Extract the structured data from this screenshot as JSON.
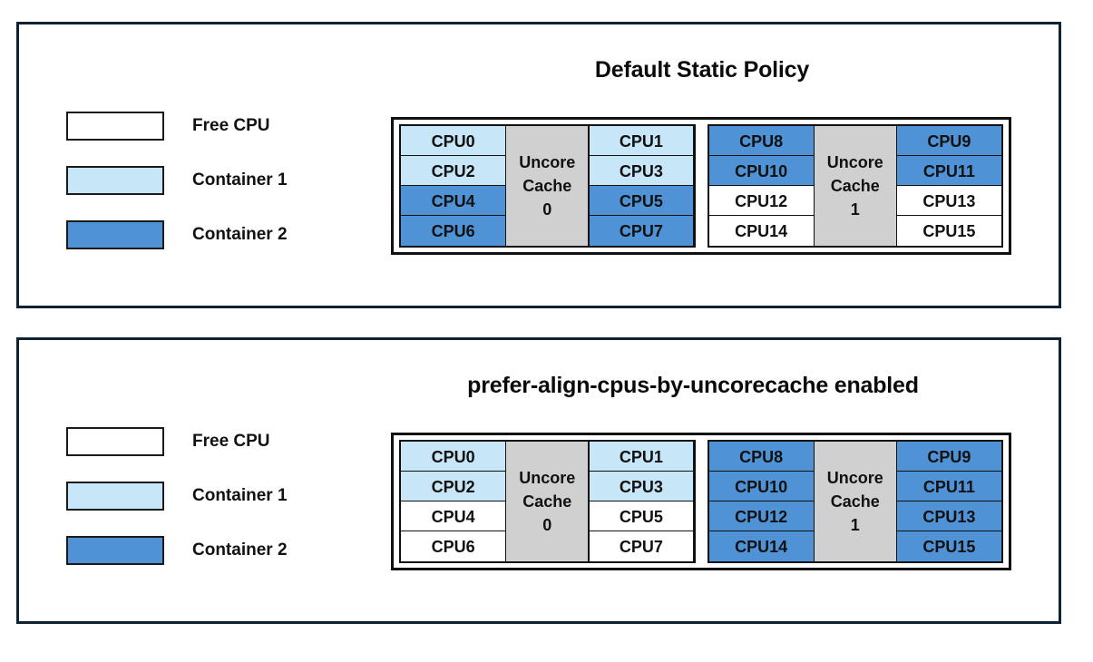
{
  "colors": {
    "free_cpu": "#ffffff",
    "container1": "#c7e6f7",
    "container2": "#4f92d6",
    "uncore_cache": "#d0d0d0",
    "panel_border": "#0d2233",
    "cell_border": "#111111"
  },
  "legend": {
    "items": [
      {
        "label": "Free CPU",
        "fill": "free"
      },
      {
        "label": "Container 1",
        "fill": "container1"
      },
      {
        "label": "Container 2",
        "fill": "container2"
      }
    ]
  },
  "panels": [
    {
      "id": "default-static-policy",
      "title": "Default Static Policy",
      "legend": [
        {
          "label": "Free CPU",
          "fill": "free"
        },
        {
          "label": "Container 1",
          "fill": "container1"
        },
        {
          "label": "Container 2",
          "fill": "container2"
        }
      ],
      "sockets": [
        {
          "cache_label_line1": "Uncore",
          "cache_label_line2": "Cache",
          "cache_label_line3": "0",
          "left_column": [
            {
              "label": "CPU0",
              "fill": "container1"
            },
            {
              "label": "CPU2",
              "fill": "container1"
            },
            {
              "label": "CPU4",
              "fill": "container2"
            },
            {
              "label": "CPU6",
              "fill": "container2"
            }
          ],
          "right_column": [
            {
              "label": "CPU1",
              "fill": "container1"
            },
            {
              "label": "CPU3",
              "fill": "container1"
            },
            {
              "label": "CPU5",
              "fill": "container2"
            },
            {
              "label": "CPU7",
              "fill": "container2"
            }
          ]
        },
        {
          "cache_label_line1": "Uncore",
          "cache_label_line2": "Cache",
          "cache_label_line3": "1",
          "left_column": [
            {
              "label": "CPU8",
              "fill": "container2"
            },
            {
              "label": "CPU10",
              "fill": "container2"
            },
            {
              "label": "CPU12",
              "fill": "free"
            },
            {
              "label": "CPU14",
              "fill": "free"
            }
          ],
          "right_column": [
            {
              "label": "CPU9",
              "fill": "container2"
            },
            {
              "label": "CPU11",
              "fill": "container2"
            },
            {
              "label": "CPU13",
              "fill": "free"
            },
            {
              "label": "CPU15",
              "fill": "free"
            }
          ]
        }
      ]
    },
    {
      "id": "prefer-align-cpus-by-uncorecache-enabled",
      "title": "prefer-align-cpus-by-uncorecache enabled",
      "legend": [
        {
          "label": "Free CPU",
          "fill": "free"
        },
        {
          "label": "Container 1",
          "fill": "container1"
        },
        {
          "label": "Container 2",
          "fill": "container2"
        }
      ],
      "sockets": [
        {
          "cache_label_line1": "Uncore",
          "cache_label_line2": "Cache",
          "cache_label_line3": "0",
          "left_column": [
            {
              "label": "CPU0",
              "fill": "container1"
            },
            {
              "label": "CPU2",
              "fill": "container1"
            },
            {
              "label": "CPU4",
              "fill": "free"
            },
            {
              "label": "CPU6",
              "fill": "free"
            }
          ],
          "right_column": [
            {
              "label": "CPU1",
              "fill": "container1"
            },
            {
              "label": "CPU3",
              "fill": "container1"
            },
            {
              "label": "CPU5",
              "fill": "free"
            },
            {
              "label": "CPU7",
              "fill": "free"
            }
          ]
        },
        {
          "cache_label_line1": "Uncore",
          "cache_label_line2": "Cache",
          "cache_label_line3": "1",
          "left_column": [
            {
              "label": "CPU8",
              "fill": "container2"
            },
            {
              "label": "CPU10",
              "fill": "container2"
            },
            {
              "label": "CPU12",
              "fill": "container2"
            },
            {
              "label": "CPU14",
              "fill": "container2"
            }
          ],
          "right_column": [
            {
              "label": "CPU9",
              "fill": "container2"
            },
            {
              "label": "CPU11",
              "fill": "container2"
            },
            {
              "label": "CPU13",
              "fill": "container2"
            },
            {
              "label": "CPU15",
              "fill": "container2"
            }
          ]
        }
      ]
    }
  ]
}
